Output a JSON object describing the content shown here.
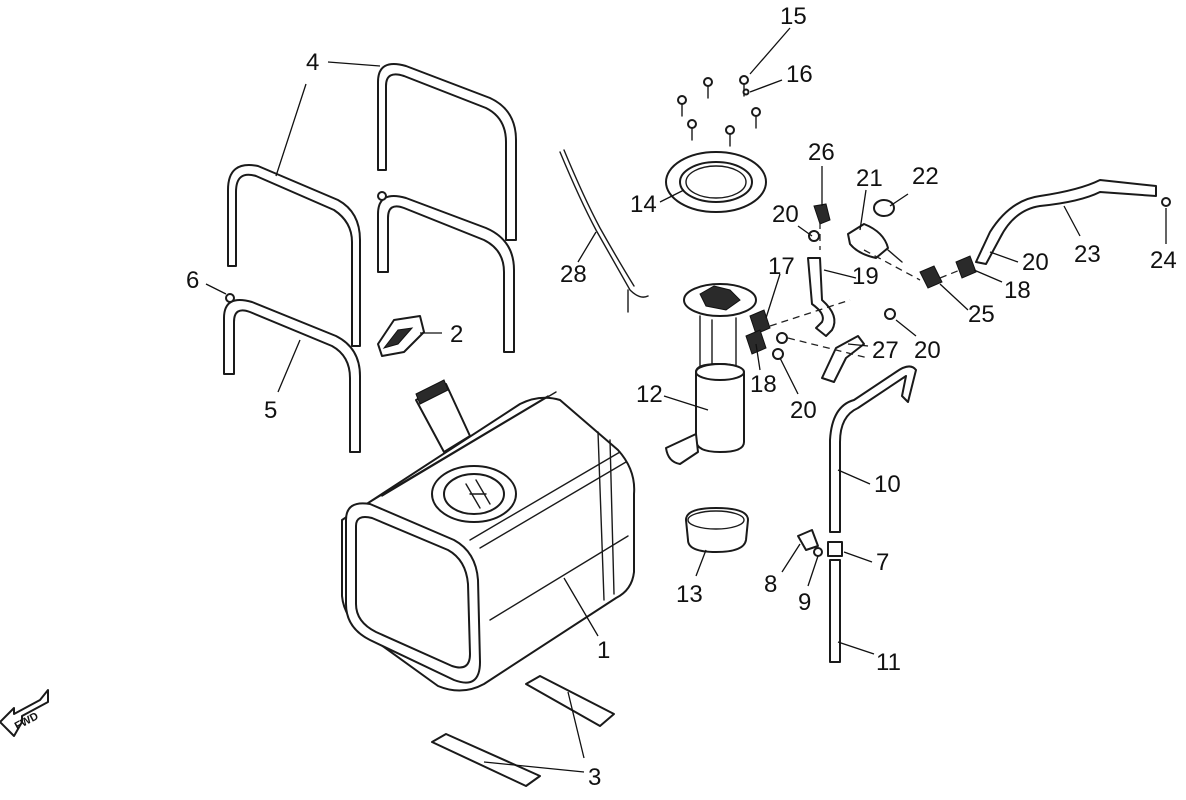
{
  "diagram": {
    "direction_marker": "FWD",
    "callouts": {
      "c1": "1",
      "c2": "2",
      "c3": "3",
      "c4": "4",
      "c5": "5",
      "c6": "6",
      "c7": "7",
      "c8": "8",
      "c9": "9",
      "c10": "10",
      "c11": "11",
      "c12": "12",
      "c13": "13",
      "c14": "14",
      "c15": "15",
      "c16": "16",
      "c17": "17",
      "c18a": "18",
      "c18b": "18",
      "c19": "19",
      "c20a": "20",
      "c20b": "20",
      "c20c": "20",
      "c20d": "20",
      "c21": "21",
      "c22": "22",
      "c23": "23",
      "c24": "24",
      "c25": "25",
      "c26": "26",
      "c27": "27",
      "c28": "28"
    }
  }
}
